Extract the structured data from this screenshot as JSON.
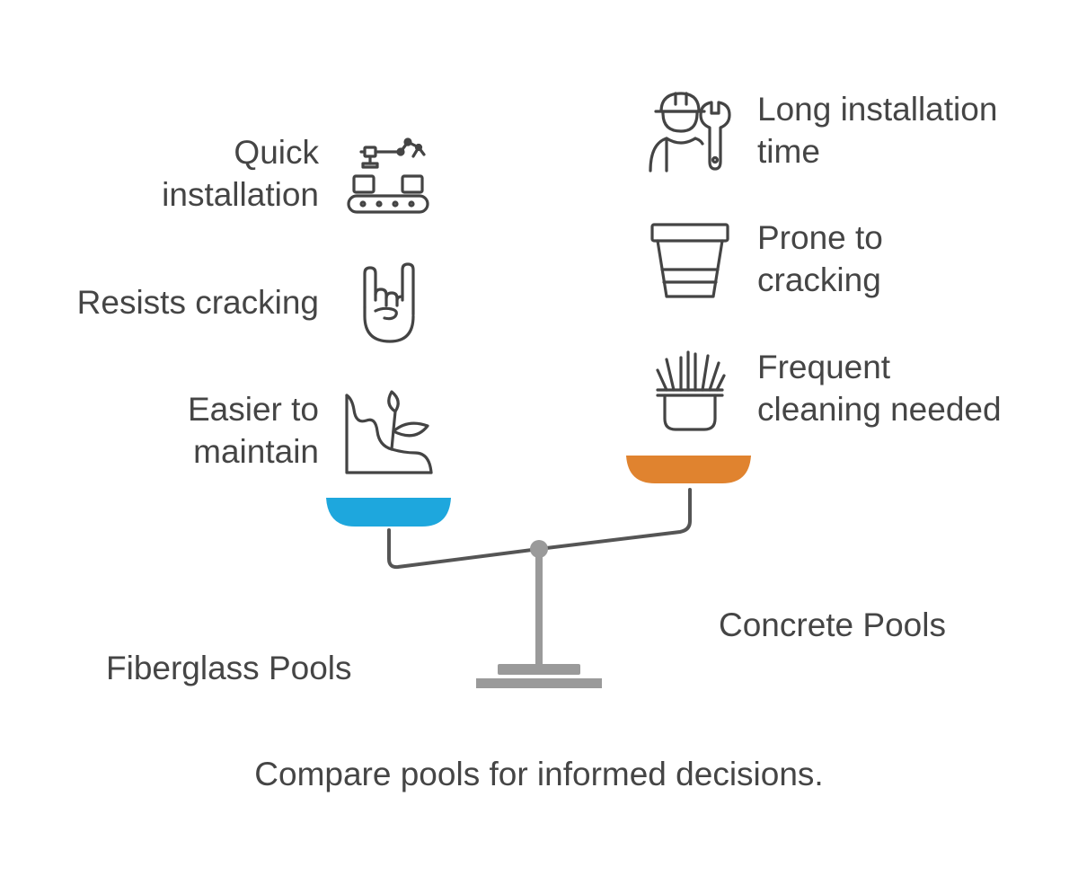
{
  "left_side": {
    "items": [
      {
        "label": "Quick\ninstallation",
        "icon": "conveyor-robot-arm-icon"
      },
      {
        "label": "Resists cracking",
        "icon": "rock-hand-icon"
      },
      {
        "label": "Easier to\nmaintain",
        "icon": "plant-hill-icon"
      }
    ],
    "title": "Fiberglass Pools",
    "pan_color": "#1ea7dd"
  },
  "right_side": {
    "items": [
      {
        "label": "Long installation\ntime",
        "icon": "worker-wrench-icon"
      },
      {
        "label": "Prone to\ncracking",
        "icon": "cracked-pot-icon"
      },
      {
        "label": "Frequent\ncleaning needed",
        "icon": "brush-bucket-icon"
      }
    ],
    "title": "Concrete Pools",
    "pan_color": "#e0832f"
  },
  "caption": "Compare pools for informed decisions.",
  "colors": {
    "stroke": "#444444",
    "scale": "#9a9a9a"
  }
}
